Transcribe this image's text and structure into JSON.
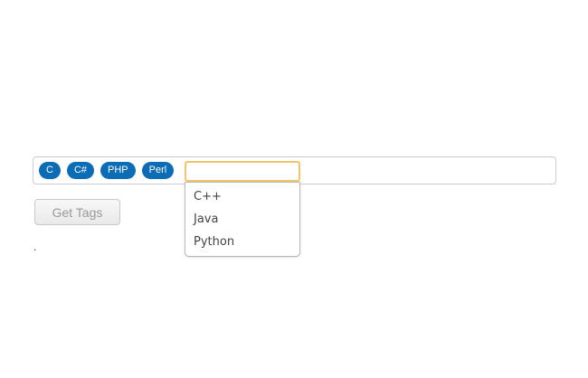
{
  "tag_input": {
    "tags": [
      {
        "label": "C"
      },
      {
        "label": "C#"
      },
      {
        "label": "PHP"
      },
      {
        "label": "Perl"
      }
    ],
    "input_value": "",
    "input_placeholder": "",
    "colors": {
      "tag_background": "#0c6cb5",
      "tag_text": "#ffffff",
      "input_focus_border": "#f0c36d",
      "container_border": "#cccccc"
    }
  },
  "autocomplete": {
    "items": [
      {
        "label": "C++"
      },
      {
        "label": "Java"
      },
      {
        "label": "Python"
      }
    ],
    "colors": {
      "border": "#b9b9b9",
      "text": "#444444"
    }
  },
  "actions": {
    "get_tags_label": "Get Tags"
  },
  "stray_text": "."
}
